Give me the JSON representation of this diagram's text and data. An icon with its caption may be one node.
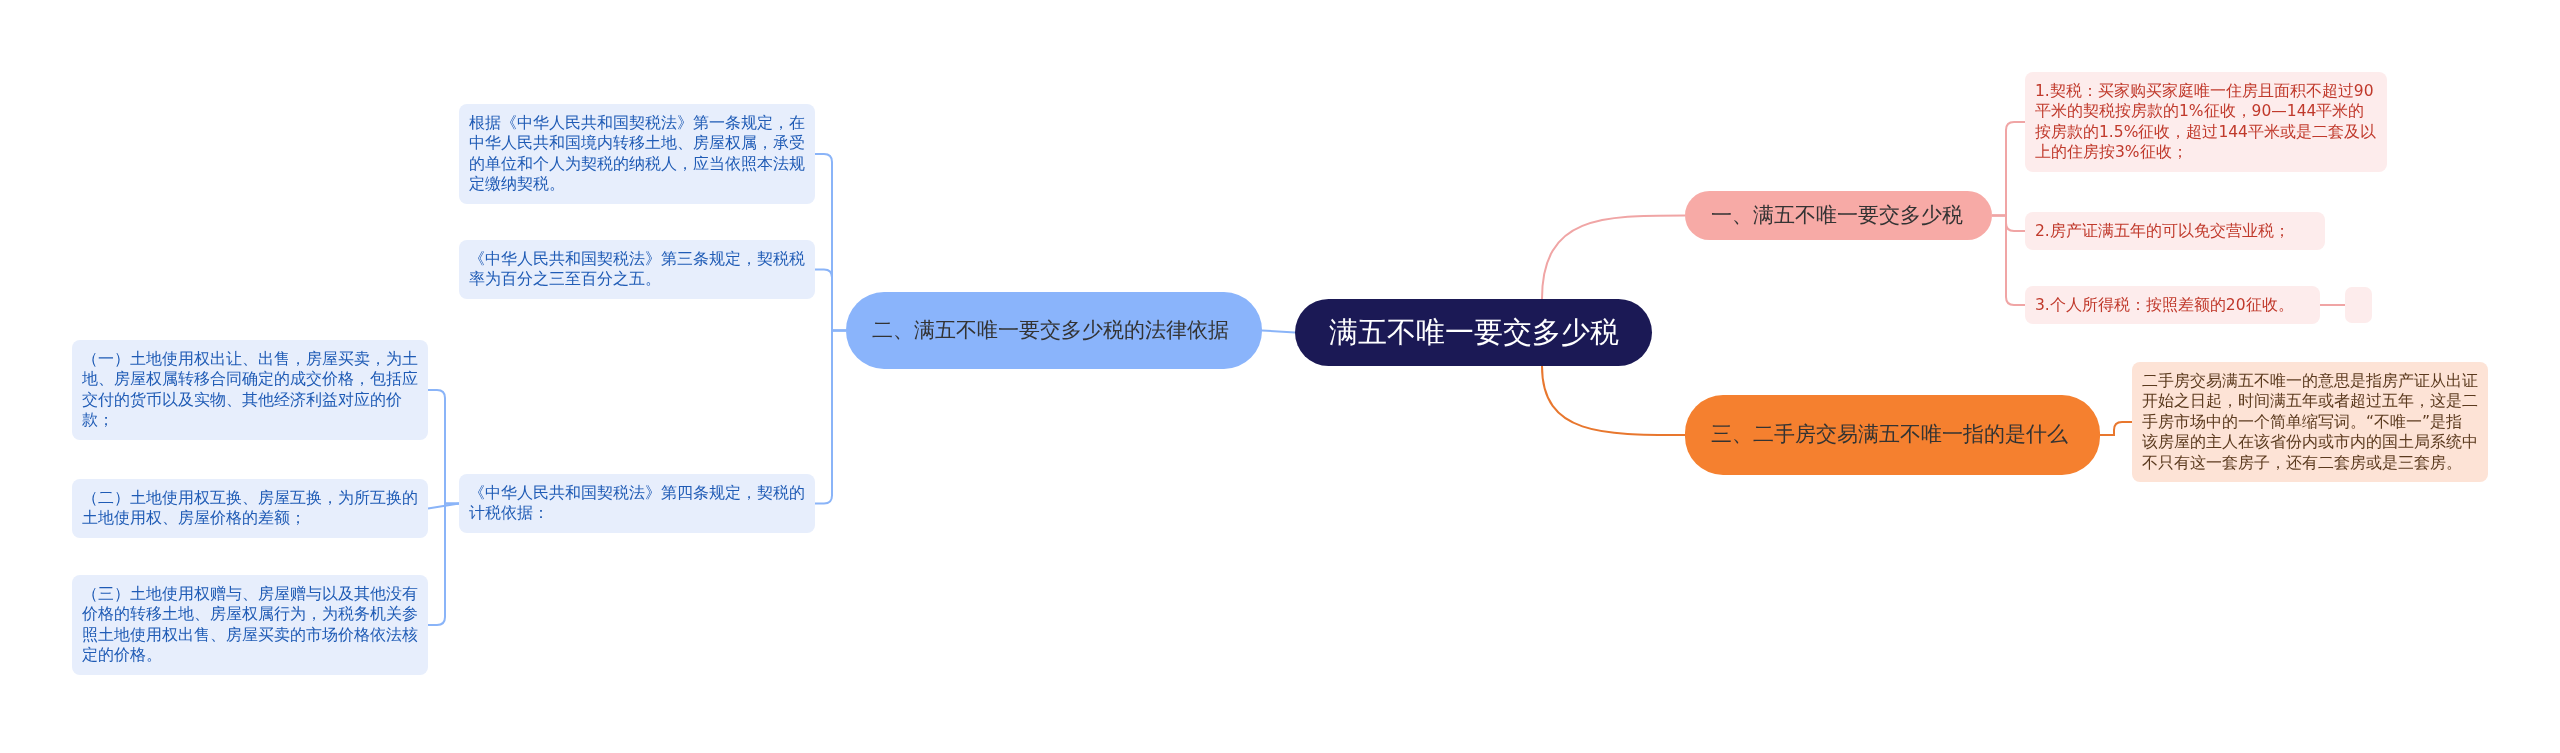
{
  "diagram": {
    "nodes": [
      {
        "text": [
          "满五不唯一要交多少税"
        ]
      },
      {
        "text": [
          "一、满五不唯一要交多少税"
        ]
      },
      {
        "text": [
          "1.契税：买家购买家庭唯一住房且面积不超过90平米的契税按房款的1%征收，90—144平米的按房款的1.5%征收，超过144平米或是二套及以上的住房按3%征收；"
        ]
      },
      {
        "text": [
          "2.房产证满五年的可以免交营业税；"
        ]
      },
      {
        "text": [
          "3.个人所得税：按照差额的20征收。"
        ]
      },
      {
        "text": [],
        "shape": "box"
      },
      {
        "text": [
          "三、二手房交易满五不唯一指的是什么"
        ]
      },
      {
        "text": [
          "二手房交易满五不唯一的意思是指房产证从出证开始之日起，时间满五年或者超过五年，这是二手房市场中的一个简单缩写词。“不唯一”是指该房屋的主人在该省份内或市内的国土局系统中不只有这一套房子，还有二套房或是三套房。"
        ]
      },
      {
        "text": [
          "二、满五不唯一要交多少税的法律依据"
        ]
      },
      {
        "text": [
          "根据《中华人民共和国契税法》第一条规定，在中华人民共和国境内转移土地、房屋权属，承受的单位和个人为契税的纳税人，应当依照本法规定缴纳契税。"
        ]
      },
      {
        "text": [
          "《中华人民共和国契税法》第三条规定，契税税率为百分之三至百分之五。"
        ]
      },
      {
        "text": [
          "《中华人民共和国契税法》第四条规定，契税的计税依据："
        ]
      },
      {
        "text": [
          "（一）土地使用权出让、出售，房屋买卖，为土地、房屋权属转移合同确定的成交价格，包括应交付的货币以及实物、其他经济利益对应的价款；"
        ]
      },
      {
        "text": [
          "（二）土地使用权互换、房屋互换，为所互换的土地使用权、房屋价格的差额；"
        ]
      },
      {
        "text": [
          "（三）土地使用权赠与、房屋赠与以及其他没有价格的转移土地、房屋权属行为，为税务机关参照土地使用权出售、房屋买卖的市场价格依法核定的价格。"
        ]
      }
    ],
    "edges": [
      {
        "from": 0,
        "to": 1,
        "arrow": "none",
        "color": "#f0a5a5"
      },
      {
        "from": 1,
        "to": 2,
        "arrow": "none",
        "color": "#f0a5a5"
      },
      {
        "from": 1,
        "to": 3,
        "arrow": "none",
        "color": "#f0a5a5"
      },
      {
        "from": 1,
        "to": 4,
        "arrow": "none",
        "color": "#f0a5a5"
      },
      {
        "from": 4,
        "to": 5,
        "arrow": "none",
        "color": "#f0a5a5"
      },
      {
        "from": 0,
        "to": 6,
        "arrow": "none",
        "color": "#e8772e"
      },
      {
        "from": 6,
        "to": 7,
        "arrow": "none",
        "color": "#e8772e"
      },
      {
        "from": 0,
        "to": 8,
        "arrow": "none"
      },
      {
        "from": 8,
        "to": 9,
        "arrow": "none"
      },
      {
        "from": 8,
        "to": 10,
        "arrow": "none"
      },
      {
        "from": 8,
        "to": 11,
        "arrow": "none"
      },
      {
        "from": 11,
        "to": 12,
        "arrow": "none"
      },
      {
        "from": 11,
        "to": 13,
        "arrow": "none"
      },
      {
        "from": 11,
        "to": 14,
        "arrow": "none"
      }
    ]
  }
}
